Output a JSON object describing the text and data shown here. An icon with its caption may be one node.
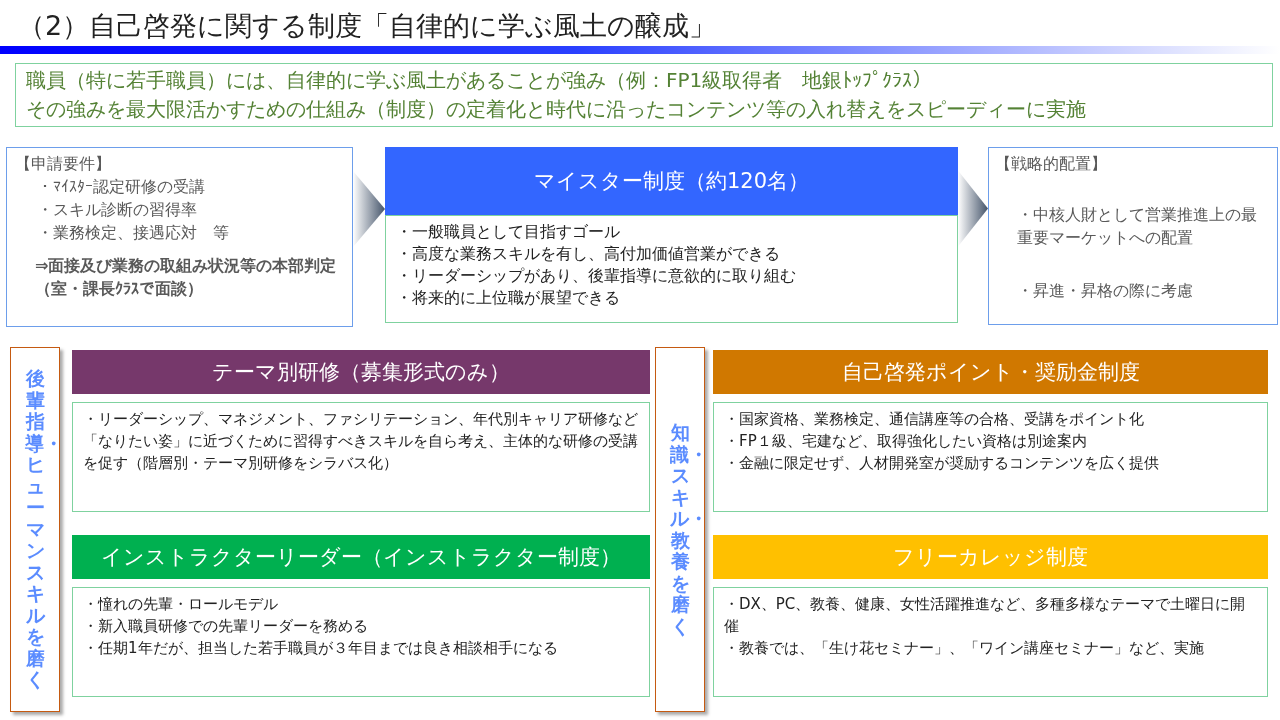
{
  "diagram": {
    "title": "（2）自己啓発に関する制度「自律的に学ぶ風土の醸成」",
    "nodes": [
      {
        "text": [
          "職員（特に若手職員）には、自律的に学ぶ風土があることが強み（例：FP1級取得者　地銀ﾄｯﾌﾟｸﾗｽ）",
          "その強みを最大限活かすための仕組み（制度）の定着化と時代に沿ったコンテンツ等の入れ替えをスピーディーに実施"
        ]
      },
      {
        "text": [
          "【申請要件】",
          "・ﾏｲｽﾀｰ認定研修の受講",
          "・スキル診断の習得率",
          "・業務検定、接遇応対　等",
          "⇒**面接及び業務の取組み状況等の本部判定（室・課長ｸﾗｽで面談）**"
        ]
      },
      {
        "text": [
          "マイスター制度（約120名）"
        ]
      },
      {
        "text": [
          "・一般職員として目指すゴール",
          "・高度な業務スキルを有し、高付加価値営業ができる",
          "・リーダーシップがあり、後輩指導に意欲的に取り組む",
          "・将来的に上位職が展望できる"
        ]
      },
      {
        "text": [
          "【戦略的配置】",
          "・中核人財として営業推進上の最重要マーケットへの配置",
          "・昇進・昇格の際に考慮"
        ]
      },
      {
        "text": [
          "後輩指導・ヒューマンスキルを磨く"
        ]
      },
      {
        "text": [
          "テーマ別研修（募集形式のみ）"
        ]
      },
      {
        "text": [
          "・リーダーシップ、マネジメント、ファシリテーション、年代別キャリア研修など「なりたい姿」に近づくために習得すべきスキルを自ら考え、主体的な研修の受講を促す（階層別・テーマ別研修をシラバス化）"
        ]
      },
      {
        "text": [
          "インストラクターリーダー（インストラクター制度）"
        ]
      },
      {
        "text": [
          "・憧れの先輩・ロールモデル",
          "・新入職員研修での先輩リーダーを務める",
          "・任期1年だが、担当した若手職員が３年目までは良き相談相手になる"
        ]
      },
      {
        "text": [
          "知識・スキル・教養を磨く"
        ]
      },
      {
        "text": [
          "自己啓発ポイント・奨励金制度"
        ]
      },
      {
        "text": [
          "・国家資格、業務検定、通信講座等の合格、受講をポイント化",
          "・FP１級、宅建など、取得強化したい資格は別途案内",
          "・金融に限定せず、人材開発室が奨励するコンテンツを広く提供"
        ]
      },
      {
        "text": [
          "フリーカレッジ制度"
        ]
      },
      {
        "text": [
          "・DX、PC、教養、健康、女性活躍推進など、多種多様なテーマで土曜日に開催",
          "・教養では、「生け花セミナー」、「ワイン講座セミナー」など、実施"
        ]
      }
    ],
    "edges": [
      {
        "from": 1,
        "to": 2,
        "arrow": "to"
      },
      {
        "from": 2,
        "to": 4,
        "arrow": "to"
      }
    ]
  }
}
